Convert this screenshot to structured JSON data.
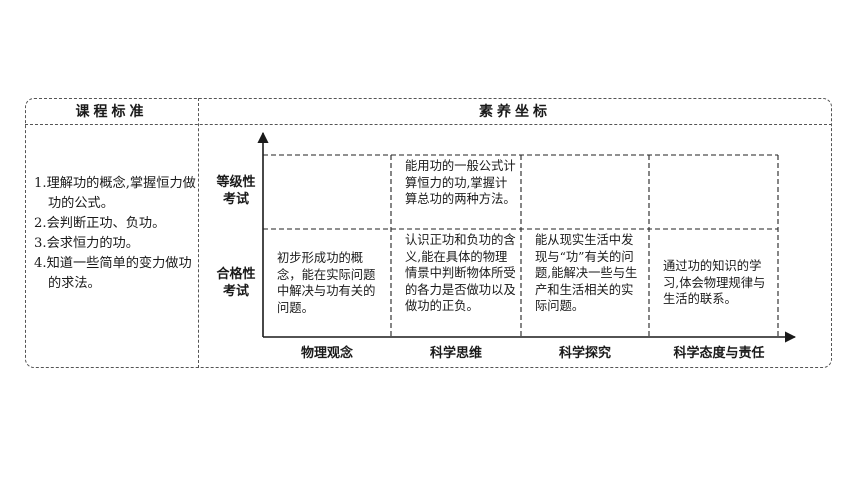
{
  "header": {
    "left": "课程标准",
    "right": "素养坐标"
  },
  "standards": [
    "1.理解功的概念,掌握恒力做功的公式。",
    "2.会判断正功、负功。",
    "3.会求恒力的功。",
    "4.知道一些简单的变力做功的求法。"
  ],
  "y_levels": {
    "upper": "等级性\n考试",
    "lower": "合格性\n考试"
  },
  "x_categories": [
    "物理观念",
    "科学思维",
    "科学探究",
    "科学态度与责任"
  ],
  "cells": {
    "upper_thinking": "能用功的一般公式计算恒力的功,掌握计算总功的两种方法。",
    "lower_concept": "初步形成功的概念，能在实际问题中解决与功有关的问题。",
    "lower_thinking": "认识正功和负功的含义,能在具体的物理情景中判断物体所受的各力是否做功以及做功的正负。",
    "lower_inquiry": "能从现实生活中发现与“功”有关的问题,能解决一些与生产和生活相关的实际问题。",
    "lower_attitude": "通过功的知识的学习,体会物理规律与生活的联系。"
  }
}
